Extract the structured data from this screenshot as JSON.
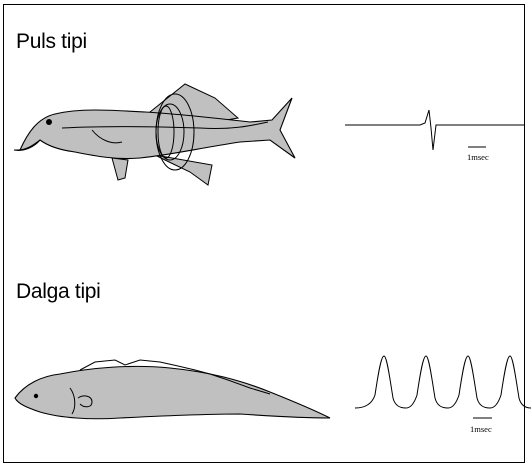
{
  "sections": [
    {
      "title": "Puls tipi",
      "fish_icon": "elephantfish-icon",
      "signal": {
        "scale_label": "1msec"
      }
    },
    {
      "title": "Dalga tipi",
      "fish_icon": "knifefish-icon",
      "signal": {
        "scale_label": "1msec"
      }
    }
  ],
  "colors": {
    "fish_fill": "#c0c0c0",
    "outline": "#000000",
    "background": "#ffffff"
  }
}
